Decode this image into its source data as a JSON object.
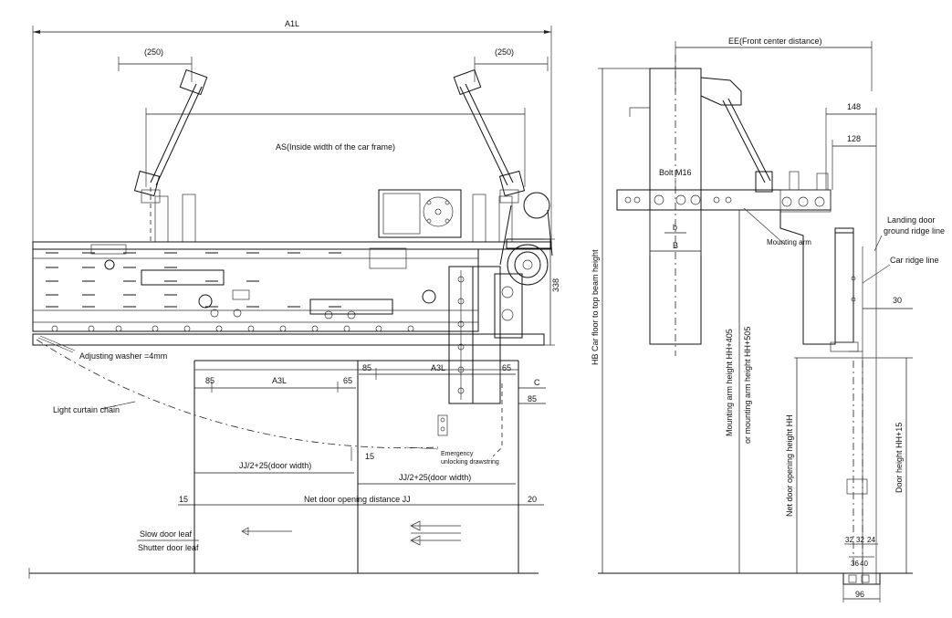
{
  "labels": {
    "a1l": "A1L",
    "dim_250_left": "(250)",
    "dim_250_right": "(250)",
    "as_width": "AS(Inside width of the car frame)",
    "dim_338": "338",
    "adjusting_washer": "Adjusting washer =4mm",
    "dim_85_a": "85",
    "a3l_left": "A3L",
    "dim_65_a": "65",
    "dim_85_b": "85",
    "a3l_right": "A3L",
    "dim_65_b": "65",
    "dim_c": "C",
    "dim_85_c": "85",
    "light_curtain_chain": "Light curtain chain",
    "dim_15_a": "15",
    "emergency_line1": "Emergency",
    "emergency_line2": "unlocking drawstring",
    "jj_half_left": "JJ/2+25(door width)",
    "jj_half_right": "JJ/2+25(door width)",
    "dim_15_b": "15",
    "net_door_opening_distance": "Net door opening distance JJ",
    "dim_20": "20",
    "slow_door_leaf": "Slow door leaf",
    "shutter_door_leaf": "Shutter door leaf",
    "ee": "EE(Front center distance)",
    "dim_148": "148",
    "dim_128": "128",
    "bolt_m16": "Bolt M16",
    "dim_b_lower": "b",
    "dim_b_upper": "B",
    "mounting_arm": "Mounting arm",
    "landing_door_line1": "Landing door",
    "landing_door_line2": "ground ridge line",
    "car_ridge_line": "Car ridge line",
    "dim_30": "30",
    "hb": "HB  Car floor to top beam height",
    "mounting_arm_height_1": "Mounting arm height HH+405",
    "mounting_arm_height_2": "or mounting arm height HH+505",
    "net_door_opening_height": "Net door opening height HH",
    "door_height": "Door height HH+15",
    "dim_32_a": "32",
    "dim_32_b": "32",
    "dim_24": "24",
    "dim_36": "36",
    "dim_40": "40",
    "dim_96": "96"
  }
}
